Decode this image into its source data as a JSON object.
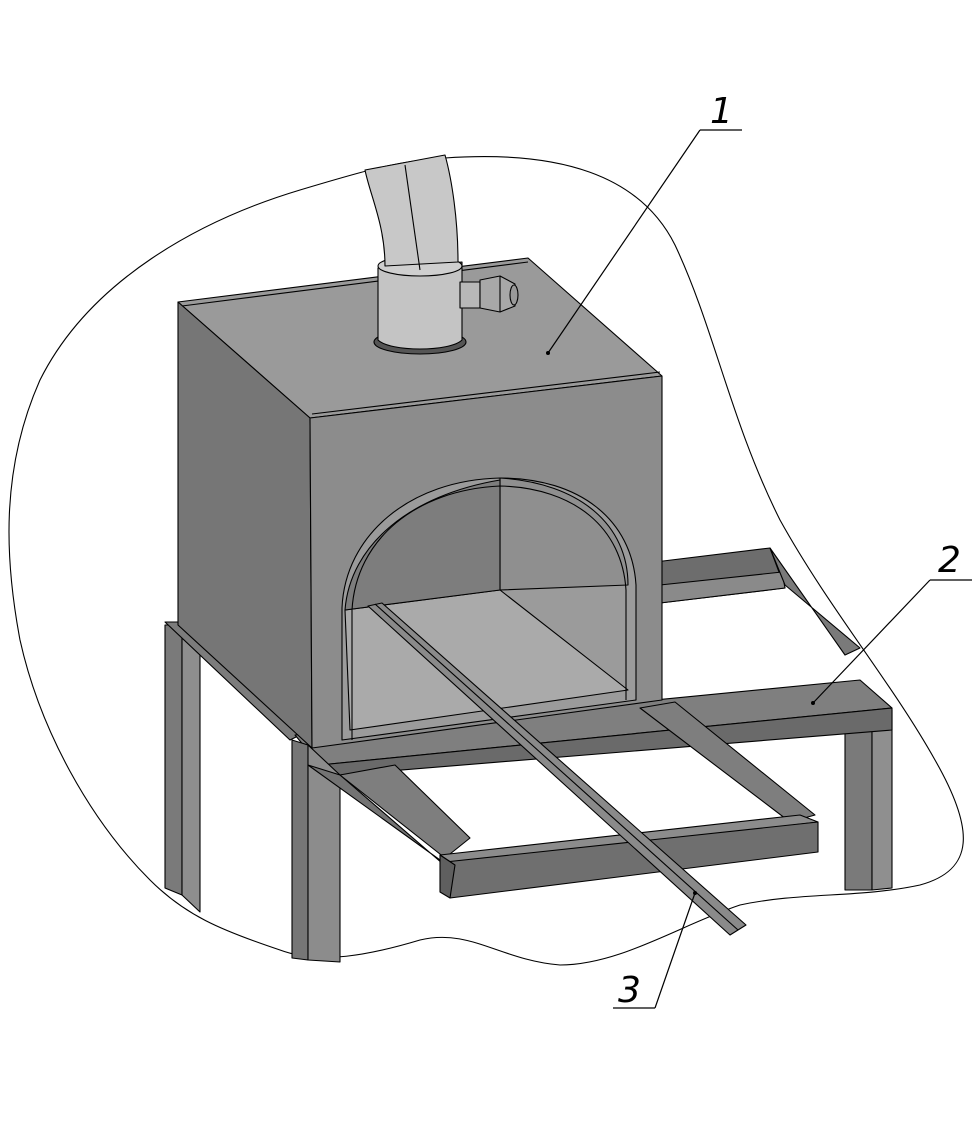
{
  "callouts": [
    {
      "number": "1",
      "part": "box"
    },
    {
      "number": "2",
      "part": "frame"
    },
    {
      "number": "3",
      "part": "rail"
    }
  ],
  "colors": {
    "box_front": "#8c8c8c",
    "box_side": "#767676",
    "box_top": "#9a9a9a",
    "frame_dark": "#6d6d6d",
    "frame_light": "#8a8a8a",
    "pipe": "#c4c4c4",
    "outline": "#000000"
  }
}
